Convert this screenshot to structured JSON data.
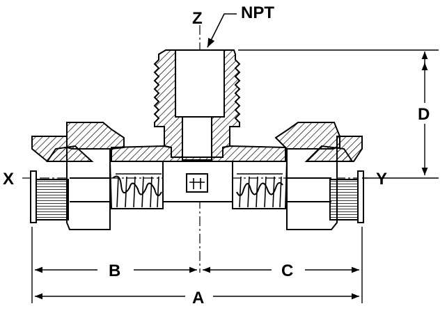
{
  "labels": {
    "z": "Z",
    "npt": "NPT",
    "x": "X",
    "y": "Y",
    "d": "D",
    "b": "B",
    "c": "C",
    "a": "A"
  },
  "colors": {
    "ink": "#000000",
    "background": "#ffffff"
  }
}
